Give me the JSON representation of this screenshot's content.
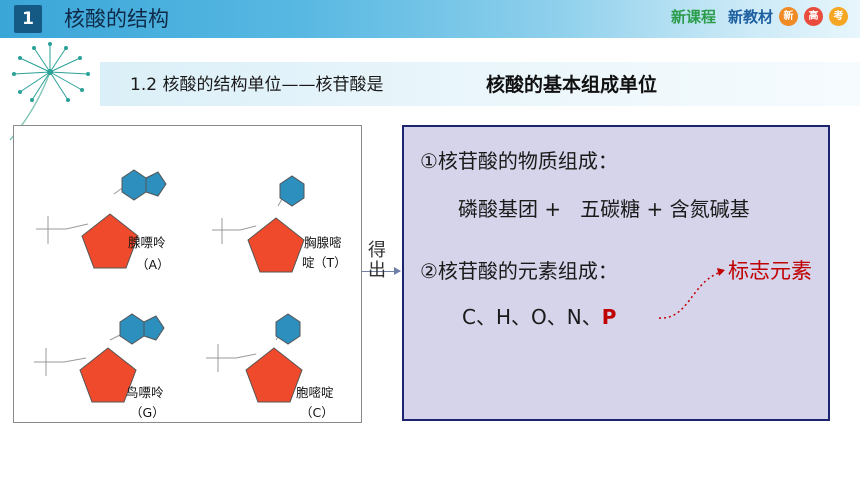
{
  "header": {
    "section_number": "1",
    "title": "核酸的结构",
    "brand_green": "新课程",
    "brand_blue": "新教材",
    "brand_badges": [
      {
        "label": "新",
        "color": "#f08a24"
      },
      {
        "label": "高",
        "color": "#e94b3c"
      },
      {
        "label": "考",
        "color": "#f5a623"
      }
    ]
  },
  "subtitle": {
    "left": "1.2 核酸的结构单位——核苷酸是",
    "right": "核酸的基本组成单位"
  },
  "figure": {
    "nucleotides": [
      {
        "name": "腺嘌呤",
        "code": "（A）"
      },
      {
        "name": "胸腺嘧",
        "name2": "啶",
        "code": "（T）"
      },
      {
        "name": "鸟嘌呤",
        "code": "（G）"
      },
      {
        "name": "胞嘧啶",
        "code": "（C）"
      }
    ],
    "colors": {
      "sugar": "#f04a2c",
      "base": "#2c8fbe"
    }
  },
  "derive": "得出",
  "panel": {
    "heading1": "①核苷酸的物质组成：",
    "components": "磷酸基团 +   五碳糖 + 含氮碱基",
    "heading2": "②核苷酸的元素组成：",
    "elements_prefix": "C、H、O、N、",
    "elements_highlight": "P",
    "marker": "标志元素",
    "colors": {
      "highlight": "#c00000",
      "panel_bg": "#d5d4ea",
      "panel_border": "#1d2470"
    }
  }
}
